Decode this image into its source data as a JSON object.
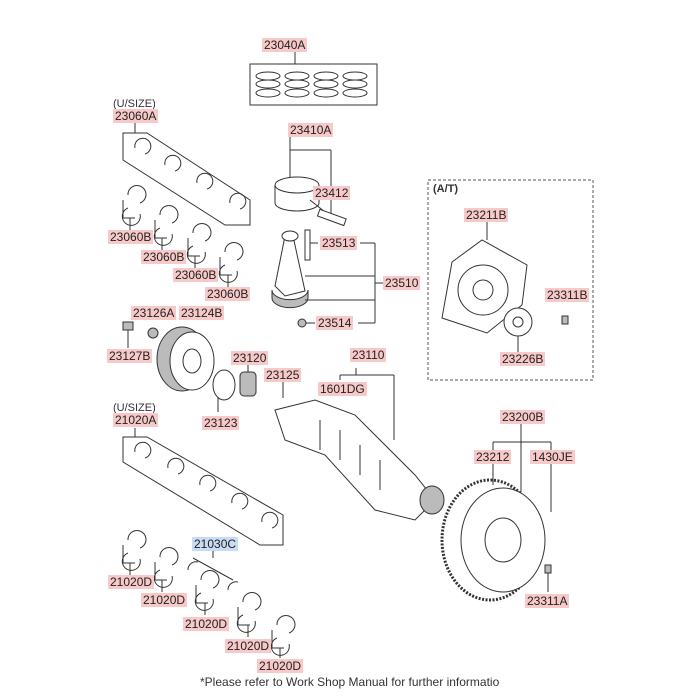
{
  "notes": {
    "usize_top": "(U/SIZE)",
    "usize_bottom": "(U/SIZE)",
    "at": "(A/T)"
  },
  "labels": {
    "p23040A": "23040A",
    "p23060A": "23060A",
    "p23060B_1": "23060B",
    "p23060B_2": "23060B",
    "p23060B_3": "23060B",
    "p23060B_4": "23060B",
    "p23410A": "23410A",
    "p23412": "23412",
    "p23513": "23513",
    "p23510": "23510",
    "p23514": "23514",
    "p23211B": "23211B",
    "p23311B": "23311B",
    "p23226B": "23226B",
    "p23126A": "23126A",
    "p23124B": "23124B",
    "p23127B": "23127B",
    "p23120": "23120",
    "p23125": "23125",
    "p23123": "23123",
    "p23110": "23110",
    "p1601DG": "1601DG",
    "p21020A": "21020A",
    "p23200B": "23200B",
    "p23212": "23212",
    "p1430JE": "1430JE",
    "p21030C": "21030C",
    "p21020D_1": "21020D",
    "p21020D_2": "21020D",
    "p21020D_3": "21020D",
    "p21020D_4": "21020D",
    "p21020D_5": "21020D",
    "p23311A": "23311A"
  },
  "colors": {
    "label_highlight": "#f7c9c9",
    "selected_highlight": "#c9dcf5"
  },
  "footer": "*Please refer to Work Shop Manual for further informatio"
}
